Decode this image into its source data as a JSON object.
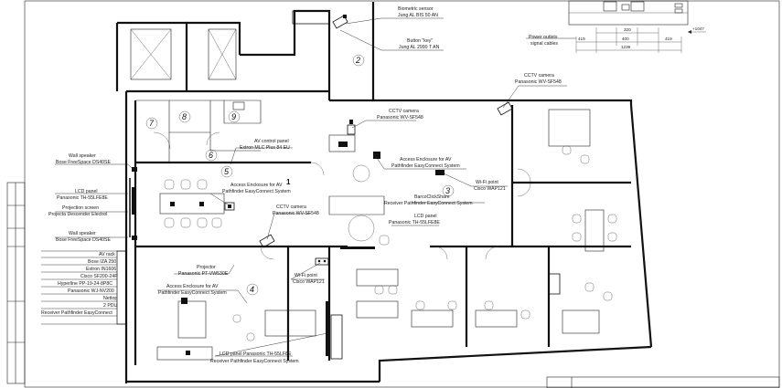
{
  "title_block": {
    "left_labels": [
      "AV rack",
      "Bose IZA 250",
      "Extron IN1606",
      "Cisco SF200-24P",
      "Hyperline PP-19-24-8P8C",
      "Panasonic WJ-NV200",
      "Nettop",
      "2 PDU",
      "Receiver Pathfinder EasyConnect"
    ]
  },
  "rooms": {
    "r1": "1",
    "r2": "2",
    "r3": "3",
    "r4": "4",
    "r5": "5",
    "r6": "6",
    "r7": "7",
    "r8": "8",
    "r9": "9"
  },
  "annotations": {
    "biometric_1": "Biometric sensor",
    "biometric_2": "Jung AL BIS 50 AN",
    "button_1": "Button \"key\"",
    "button_2": "Jung AL 2990 T AN",
    "power_1": "Power outlets",
    "power_2": "signal cables",
    "cctv_top_1": "CCTV camera",
    "cctv_top_2": "Panasonic WV-SF548",
    "cctv_mid_1": "CCTV camera",
    "cctv_mid_2": "Panasonic WV-SF548",
    "cctv_left_1": "CCTV camera",
    "cctv_left_2": "Panasonic WV-SF548",
    "av_panel_1": "AV control panel",
    "av_panel_2": "Extron MLC Plus 84 EU",
    "access_mid_1": "Access Enclosure for AV",
    "access_mid_2": "Pathfinder EasyConnect System",
    "access_left_1": "Access Enclosure for AV",
    "access_left_2": "Pathfinder EasyConnect System",
    "access_low_1": "Access Enclosure for AV",
    "access_low_2": "Pathfinder EasyConnect System",
    "wifi_right_1": "Wi-Fi point",
    "wifi_right_2": "Cisco WAP121",
    "wifi_low_1": "Wi-Fi point",
    "wifi_low_2": "Cisco WAP121",
    "barco_1": "BarcoClickShare",
    "barco_2": "Receiver Pathfinder EasyConnect System",
    "lcd_mid_1": "LCD panel",
    "lcd_mid_2": "Panasonic TH-55LFE8E",
    "wall_speaker_top_1": "Wall speaker",
    "wall_speaker_top_2": "Bose FreeSpace DS40SE",
    "lcd_left_1": "LCD panel",
    "lcd_left_2": "Panasonic TH-55LFE8E",
    "proj_screen_1": "Projection screen",
    "proj_screen_2": "Projecta Descender Electrol",
    "wall_speaker_low_1": "Wall speaker",
    "wall_speaker_low_2": "Bose FreeSpace DS40SE",
    "projector_1": "Projector",
    "projector_2": "Panasonic PT-VW530E",
    "lcd_bottom_1": "LCD panel Panasonic TH-55LF8E",
    "lcd_bottom_2": "Receiver Pathfinder EasyConnect System"
  },
  "detail": {
    "dims": [
      "419",
      "320",
      "400",
      "419"
    ],
    "total": "1239",
    "elev": "+1047"
  }
}
